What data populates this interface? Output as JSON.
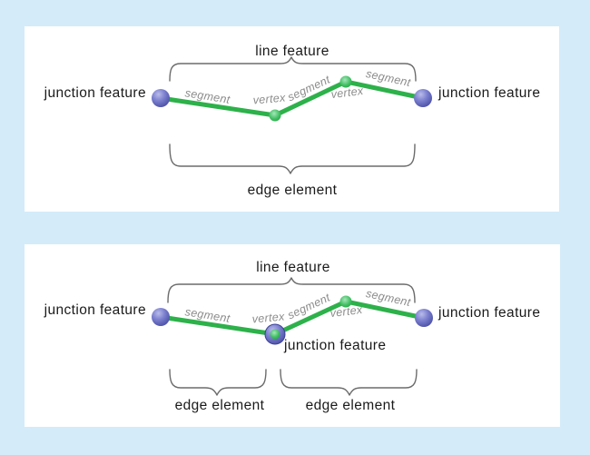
{
  "colors": {
    "background": "#d4ebfa",
    "panel": "#ffffff",
    "line_green": "#2db14a",
    "junction_purple": "#7276c8",
    "junction_rim": "#4549a0",
    "vertex_green": "#3fbd5f",
    "brace_gray": "#6b6b6b",
    "label_dark": "#1a1a1a",
    "label_gray": "#8c8c8c"
  },
  "panel_top": {
    "line_feature_label": "line feature",
    "junction_left_label": "junction feature",
    "junction_right_label": "junction feature",
    "segment_labels": [
      "segment",
      "segment",
      "segment"
    ],
    "vertex_labels": [
      "vertex",
      "vertex"
    ],
    "edge_element_label": "edge element"
  },
  "panel_bottom": {
    "line_feature_label": "line feature",
    "junction_left_label": "junction feature",
    "junction_right_label": "junction feature",
    "junction_middle_label": "junction feature",
    "segment_labels": [
      "segment",
      "segment",
      "segment"
    ],
    "vertex_labels": [
      "vertex",
      "vertex"
    ],
    "edge_element_left_label": "edge element",
    "edge_element_right_label": "edge element"
  }
}
